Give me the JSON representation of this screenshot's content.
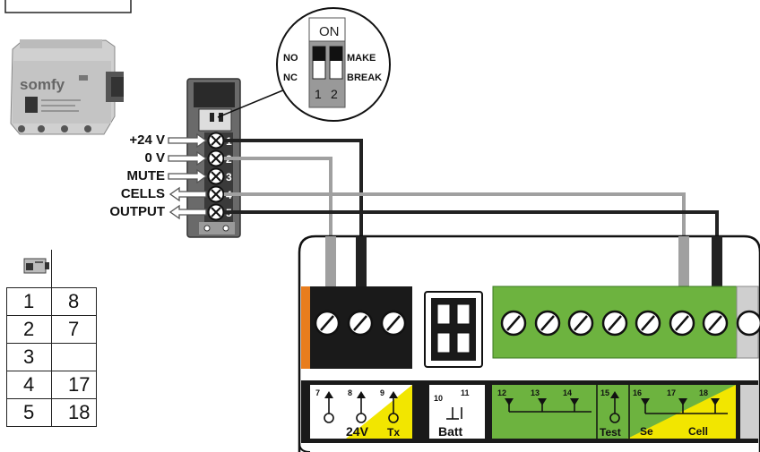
{
  "detector": {
    "brand": "somfy"
  },
  "dip_switch": {
    "on_label": "ON",
    "left_top": "NO",
    "left_bottom": "NC",
    "right_top": "MAKE",
    "right_bottom": "BREAK",
    "switch_numbers": [
      "1",
      "2"
    ]
  },
  "terminal_labels": [
    "+24 V",
    "0 V",
    "MUTE",
    "CELLS",
    "OUTPUT"
  ],
  "terminal_numbers": [
    "1",
    "2",
    "3",
    "4",
    "5"
  ],
  "mapping_table": {
    "rows": [
      {
        "sensor": "1",
        "board": "8"
      },
      {
        "sensor": "2",
        "board": "7"
      },
      {
        "sensor": "3",
        "board": ""
      },
      {
        "sensor": "4",
        "board": "17"
      },
      {
        "sensor": "5",
        "board": "18"
      }
    ]
  },
  "board": {
    "groups": [
      "24V",
      "Tx",
      "Batt",
      "Test",
      "Se",
      "Cell"
    ],
    "terminal_numbers": [
      "7",
      "8",
      "9",
      "10",
      "11",
      "12",
      "13",
      "14",
      "15",
      "16",
      "17",
      "18"
    ],
    "colors": {
      "black_connector": "#1a1a1a",
      "green_connector": "#6db33f",
      "yellow": "#f2e600",
      "orange": "#e87d1e",
      "gray_wire": "#a0a0a0",
      "black_wire": "#222222"
    }
  }
}
